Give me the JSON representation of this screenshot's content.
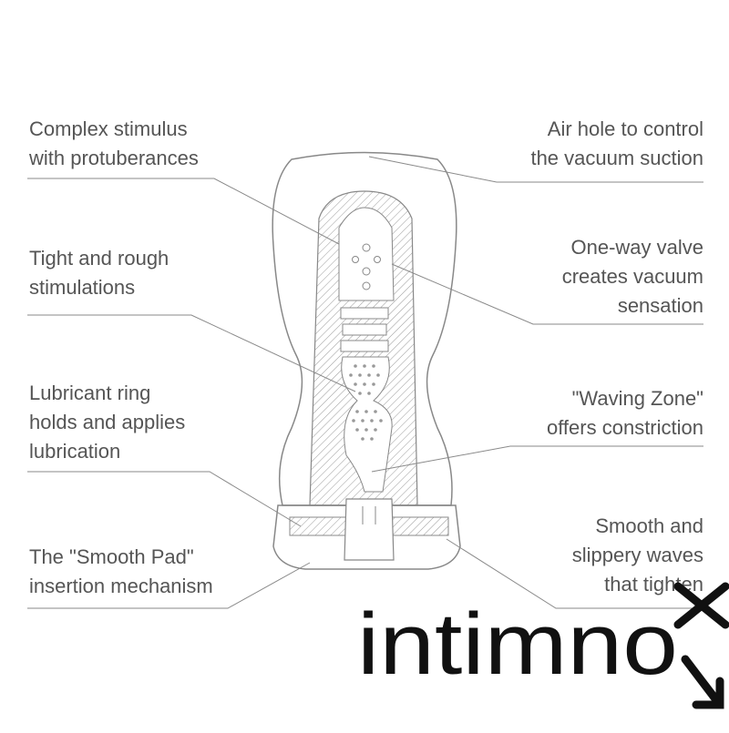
{
  "callouts_left": [
    {
      "id": "complex-stimulus",
      "lines": [
        "Complex stimulus",
        "with protuberances"
      ]
    },
    {
      "id": "tight-rough",
      "lines": [
        "Tight and rough",
        "stimulations"
      ]
    },
    {
      "id": "lubricant-ring",
      "lines": [
        "Lubricant ring",
        "holds and applies",
        "lubrication"
      ]
    },
    {
      "id": "smooth-pad",
      "lines": [
        "The \"Smooth Pad\"",
        "insertion mechanism"
      ]
    }
  ],
  "callouts_right": [
    {
      "id": "air-hole",
      "lines": [
        "Air hole to control",
        "the vacuum suction"
      ]
    },
    {
      "id": "one-way-valve",
      "lines": [
        "One-way valve",
        "creates vacuum",
        "sensation"
      ]
    },
    {
      "id": "waving-zone",
      "lines": [
        "\"Waving Zone\"",
        "offers constriction"
      ]
    },
    {
      "id": "smooth-waves",
      "lines": [
        "Smooth and",
        "slippery waves",
        "that tighten"
      ]
    }
  ],
  "brand": {
    "name": "intimno"
  },
  "colors": {
    "text": "#555555",
    "line": "#8a8a8a",
    "drawing": "#888888",
    "logo": "#111111"
  }
}
